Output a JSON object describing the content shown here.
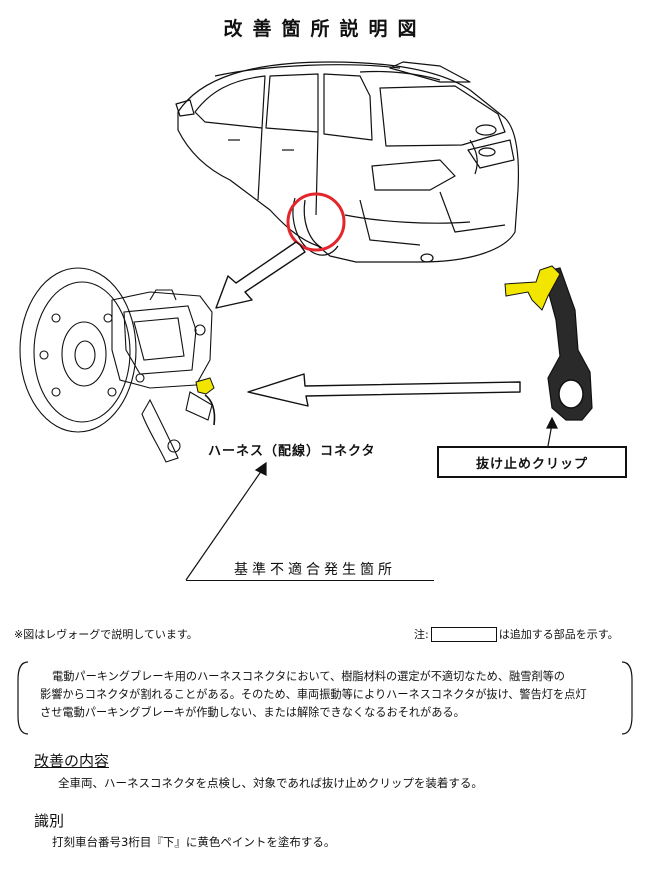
{
  "title": "改善箇所説明図",
  "labels": {
    "harness_connector": "ハーネス（配線）コネクタ",
    "retaining_clip": "抜け止めクリップ",
    "nonconformity_location": "基準不適合発生箇所"
  },
  "notes": {
    "illustration_note": "※図はレヴォーグで説明しています。",
    "legend_prefix": "注:",
    "legend_suffix": "は追加する部品を示す。"
  },
  "description": {
    "line1": "電動パーキングブレーキ用のハーネスコネクタにおいて、樹脂材料の選定が不適切なため、融雪剤等の",
    "line2": "影響からコネクタが割れることがある。そのため、車両振動等によりハーネスコネクタが抜け、警告灯を点灯",
    "line3": "させ電動パーキングブレーキが作動しない、または解除できなくなるおそれがある。"
  },
  "improvement": {
    "heading": "改善の内容",
    "text": "全車両、ハーネスコネクタを点検し、対象であれば抜け止めクリップを装着する。"
  },
  "identification": {
    "heading": "識別",
    "text": "打刻車台番号3桁目『下』に黄色ペイントを塗布する。"
  },
  "colors": {
    "highlight_circle": "#e3262b",
    "added_part": "#f2e600",
    "line": "#111111"
  }
}
